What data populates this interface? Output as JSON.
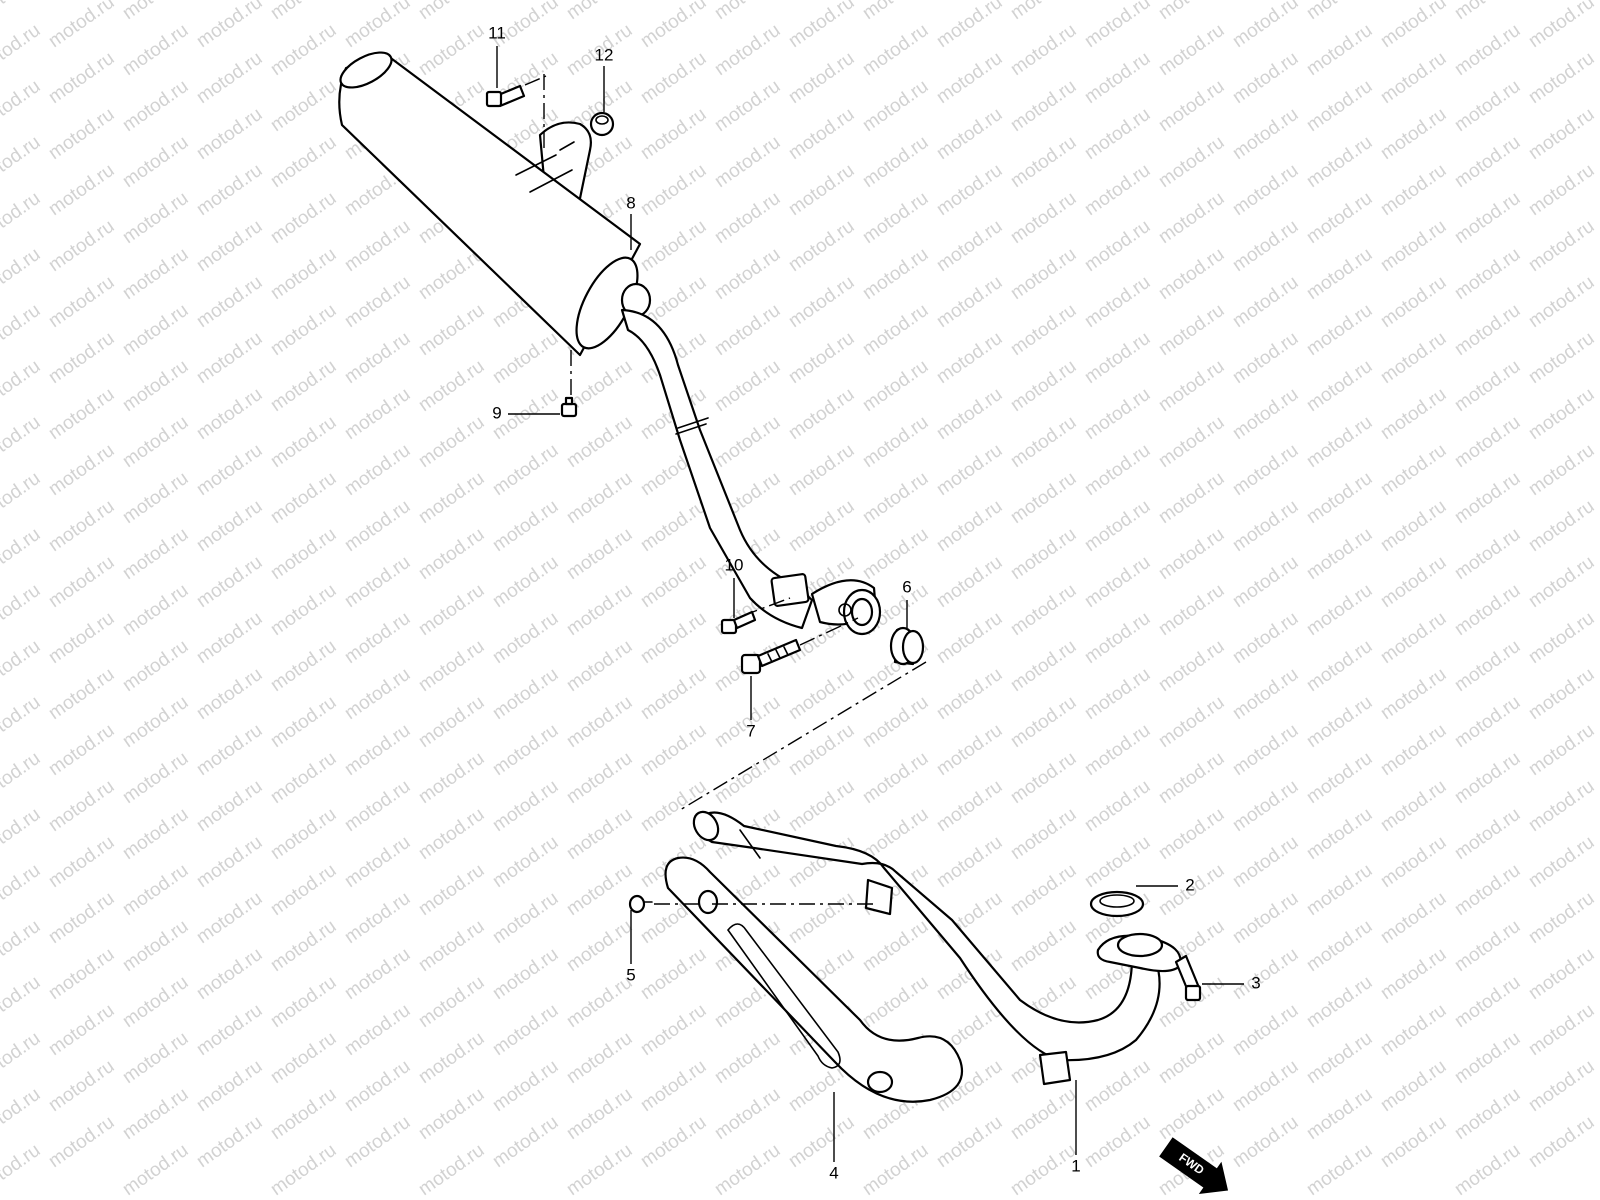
{
  "watermark": {
    "text": "motod.ru",
    "color": "#d2d2d2"
  },
  "callouts": [
    {
      "number": "1",
      "part": "exhaust-header-pipe"
    },
    {
      "number": "2",
      "part": "exhaust-gasket"
    },
    {
      "number": "3",
      "part": "header-flange-bolt"
    },
    {
      "number": "4",
      "part": "heat-shield"
    },
    {
      "number": "5",
      "part": "heat-shield-screw"
    },
    {
      "number": "6",
      "part": "connector-seal"
    },
    {
      "number": "7",
      "part": "clamp-bolt"
    },
    {
      "number": "8",
      "part": "muffler"
    },
    {
      "number": "9",
      "part": "muffler-lower-bolt"
    },
    {
      "number": "10",
      "part": "clamp-mount-bolt"
    },
    {
      "number": "11",
      "part": "muffler-mount-bolt"
    },
    {
      "number": "12",
      "part": "mount-nut"
    }
  ],
  "direction_badge": {
    "text": "FWD",
    "icon": "fwd-arrow-icon"
  }
}
